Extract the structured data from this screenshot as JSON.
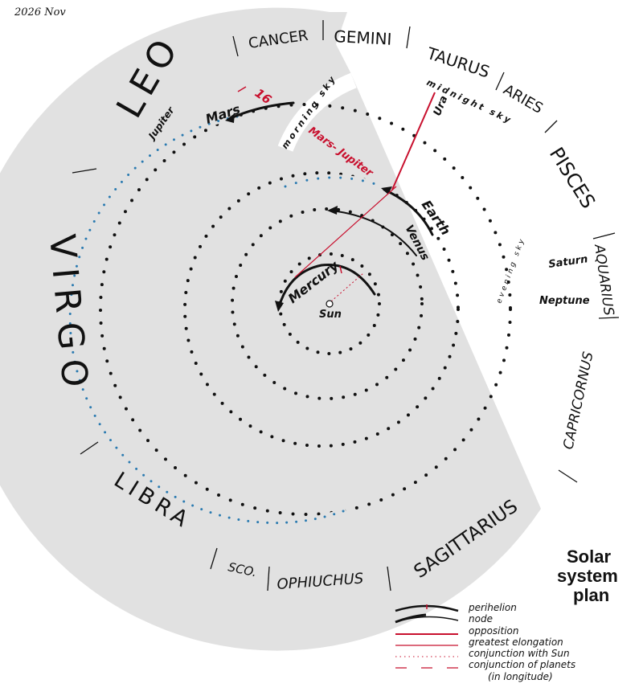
{
  "date": "2026 Nov",
  "title": [
    "Solar",
    "system",
    "plan"
  ],
  "colors": {
    "sector": "#e1e1e1",
    "orbit": "#111111",
    "morning_orbit": "#2a7ab0",
    "event": "#c8102e"
  },
  "zodiac": [
    "CANCER",
    "GEMINI",
    "TAURUS",
    "ARIES",
    "PISCES",
    "AQUARIUS",
    "CAPRICORNUS",
    "SAGITTARIUS",
    "OPHIUCHUS",
    "SCO.",
    "LIBRA",
    "VIRGO",
    "LEO"
  ],
  "sky_labels": {
    "morning": "morning sky",
    "midnight": "midnight sky",
    "evening": "evening sky"
  },
  "bodies": {
    "sun": "Sun",
    "mercury": "Mercury",
    "venus": "Venus",
    "earth": "Earth",
    "mars": "Mars",
    "jupiter": "Jupiter",
    "saturn": "Saturn",
    "uranus": "Ura",
    "neptune": "Neptune"
  },
  "events": {
    "mars_jupiter": "Mars- Jupiter",
    "mars_day": "16"
  },
  "legend": [
    {
      "label": "perihelion",
      "style": "perihelion"
    },
    {
      "label": "node",
      "style": "node"
    },
    {
      "label": "opposition",
      "style": "solid-thick"
    },
    {
      "label": "greatest elongation",
      "style": "solid-thin"
    },
    {
      "label": "conjunction with Sun",
      "style": "dotted"
    },
    {
      "label": "conjunction of planets",
      "style": "dashed"
    },
    {
      "label": "(in longitude)",
      "style": "note"
    }
  ]
}
